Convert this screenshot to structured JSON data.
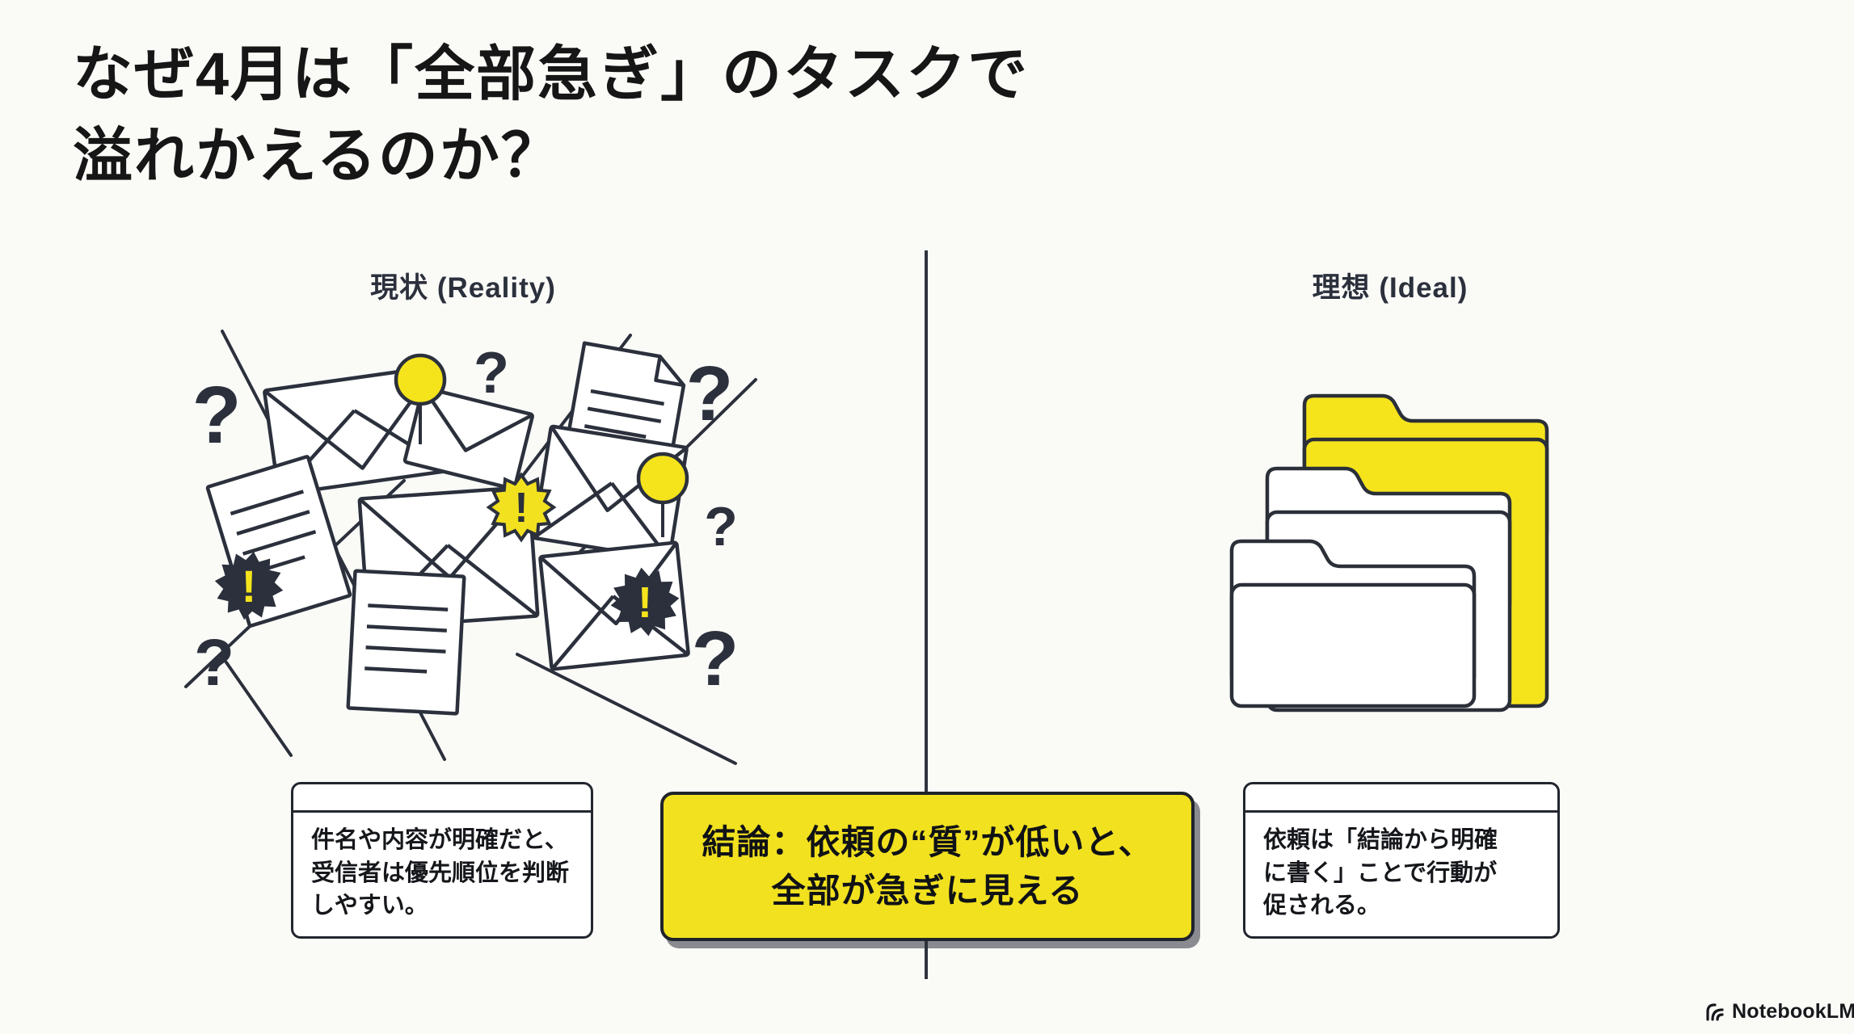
{
  "slide": {
    "title_lines": [
      "なぜ4月は「全部急ぎ」のタスクで",
      "溢れかえるのか？"
    ]
  },
  "left_panel": {
    "label": "現状 (Reality)",
    "illustration": "chaotic-mail-pile",
    "note_lines": [
      "件名や内容が明確だと、",
      "受信者は優先順位を判断",
      "しやすい。"
    ]
  },
  "right_panel": {
    "label": "理想 (Ideal)",
    "illustration": "folder-stack",
    "note_lines": [
      "依頼は「結論から明確",
      "に書く」ことで行動が",
      "促される。"
    ]
  },
  "conclusion": {
    "lines": [
      "結論：依頼の“質”が低いと、",
      "全部が急ぎに見える"
    ]
  },
  "branding": {
    "logo_text": "NotebookLM"
  },
  "glyphs": {
    "question": "?",
    "exclamation": "!"
  },
  "colors": {
    "accent_yellow": "#F5E41C",
    "conclusion_bg": "#F2E11F",
    "ink": "#2B303C",
    "title_text": "#161616"
  }
}
